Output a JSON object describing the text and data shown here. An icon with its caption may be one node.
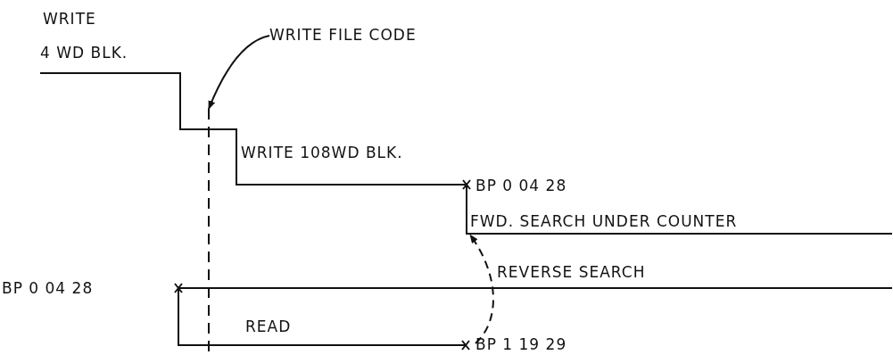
{
  "diagram": {
    "nodes": [
      {
        "text": [
          "WRITE FILE CODE"
        ]
      },
      {
        "text": [],
        "shape": "line"
      },
      {
        "text": [
          "BP 1 19 29"
        ]
      },
      {
        "text": [
          "FWD. SEARCH UNDER COUNTER"
        ]
      }
    ],
    "edges": [
      {
        "from": 0,
        "to": 1,
        "arrow": "to"
      },
      {
        "from": 2,
        "to": 3,
        "arrow": "to",
        "style": "dashed"
      }
    ],
    "labels": [
      "WRITE",
      "4 WD BLK.",
      "WRITE 108WD BLK.",
      "BP 0 04 28",
      "REVERSE SEARCH",
      "BP 0 04 28",
      "READ"
    ]
  }
}
